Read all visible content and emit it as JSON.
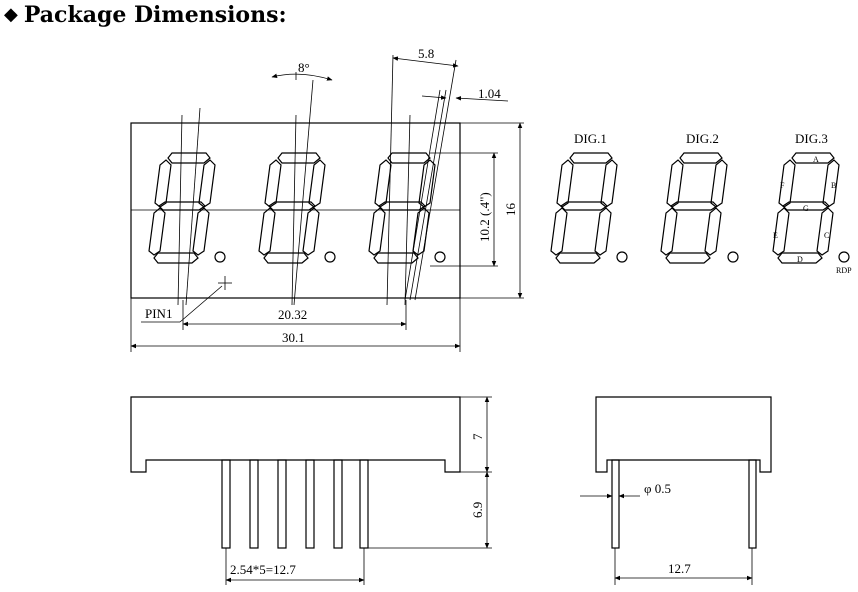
{
  "header": {
    "title": "Package Dimensions:",
    "bullet_icon": "diamond-icon"
  },
  "front_view": {
    "angle": "8°",
    "segment_width": "5.8",
    "segment_thick": "1.04",
    "digit_height": "10.2 (.4\")",
    "body_height": "16",
    "pin_label": "PIN1",
    "pin_span": "20.32",
    "body_width": "30.1"
  },
  "pinout_view": {
    "digits": [
      "DIG.1",
      "DIG.2",
      "DIG.3"
    ],
    "segment_labels": {
      "a": "A",
      "b": "B",
      "c": "C",
      "d": "D",
      "e": "E",
      "f": "F",
      "g": "G",
      "dp": "RDP"
    }
  },
  "side_view": {
    "body_thickness": "7",
    "pin_length": "6.9",
    "pin_pitch": "2.54*5=12.7"
  },
  "end_view": {
    "pin_diameter": "φ 0.5",
    "row_spacing": "12.7"
  }
}
